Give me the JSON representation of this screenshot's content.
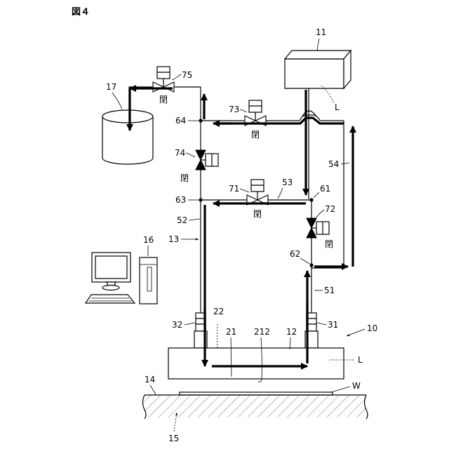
{
  "figure_label": "図４",
  "state_text": "閉",
  "labels": {
    "tank": "17",
    "valve75": "75",
    "controller": "11",
    "laser_ref": "L",
    "valve73": "73",
    "node64": "64",
    "valve74": "74",
    "pipe54": "54",
    "valve71": "71",
    "pipe53": "53",
    "node61": "61",
    "node63": "63",
    "valve72": "72",
    "pipe52": "52",
    "computer": "16",
    "pipe13": "13",
    "node62": "62",
    "pipe51": "51",
    "channel22": "22",
    "joint32": "32",
    "channel21": "21",
    "channel212": "212",
    "plate12": "12",
    "joint31": "31",
    "head10": "10",
    "wafer": "W",
    "base14": "14",
    "table15": "15"
  }
}
